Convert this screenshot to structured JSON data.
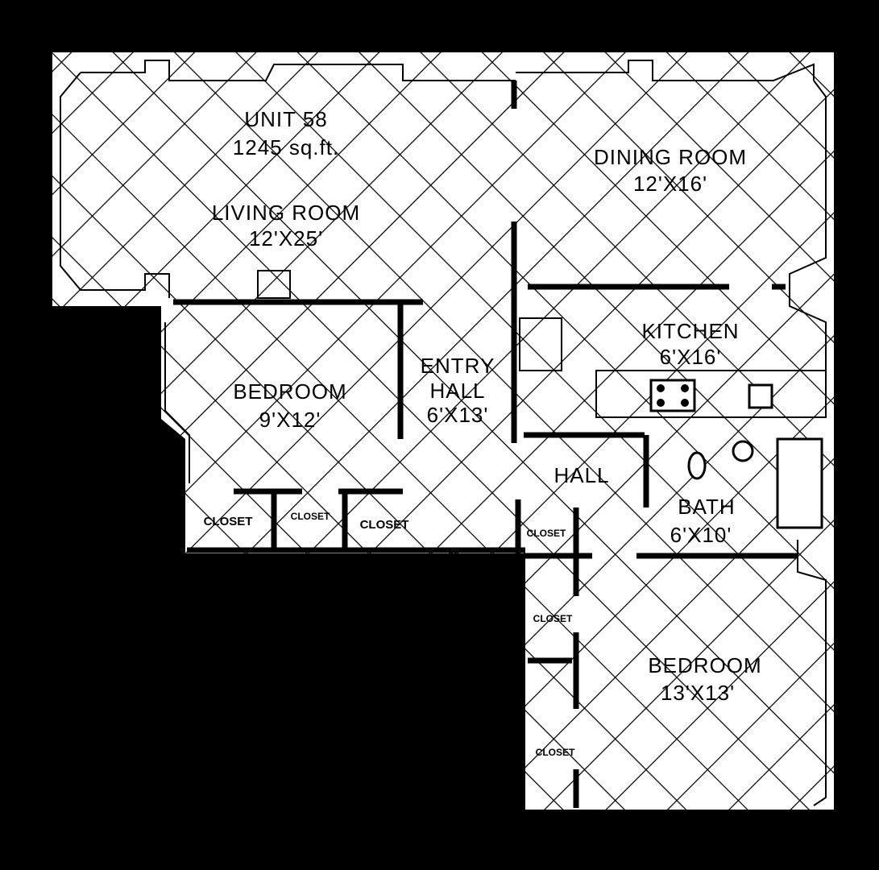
{
  "colors": {
    "background": "#000000",
    "floor": "#ffffff",
    "lines": "#000000"
  },
  "unit": {
    "name": "UNIT 58",
    "area": "1245 sq.ft."
  },
  "rooms": {
    "living": {
      "name": "LIVING ROOM",
      "size": "12'X25'"
    },
    "dining": {
      "name": "DINING ROOM",
      "size": "12'X16'"
    },
    "kitchen": {
      "name": "KITCHEN",
      "size": "6'X16'"
    },
    "bedroom1": {
      "name": "BEDROOM",
      "size": "9'X12'"
    },
    "entry": {
      "name": "ENTRY",
      "name2": "HALL",
      "size": "6'X13'"
    },
    "hall": {
      "name": "HALL"
    },
    "bath": {
      "name": "BATH",
      "size": "6'X10'"
    },
    "bedroom2": {
      "name": "BEDROOM",
      "size": "13'X13'"
    }
  },
  "closets": [
    "CLOSET",
    "CLOSET",
    "CLOSET",
    "CLOSET",
    "CLOSET",
    "CLOSET"
  ],
  "door_number": "58"
}
